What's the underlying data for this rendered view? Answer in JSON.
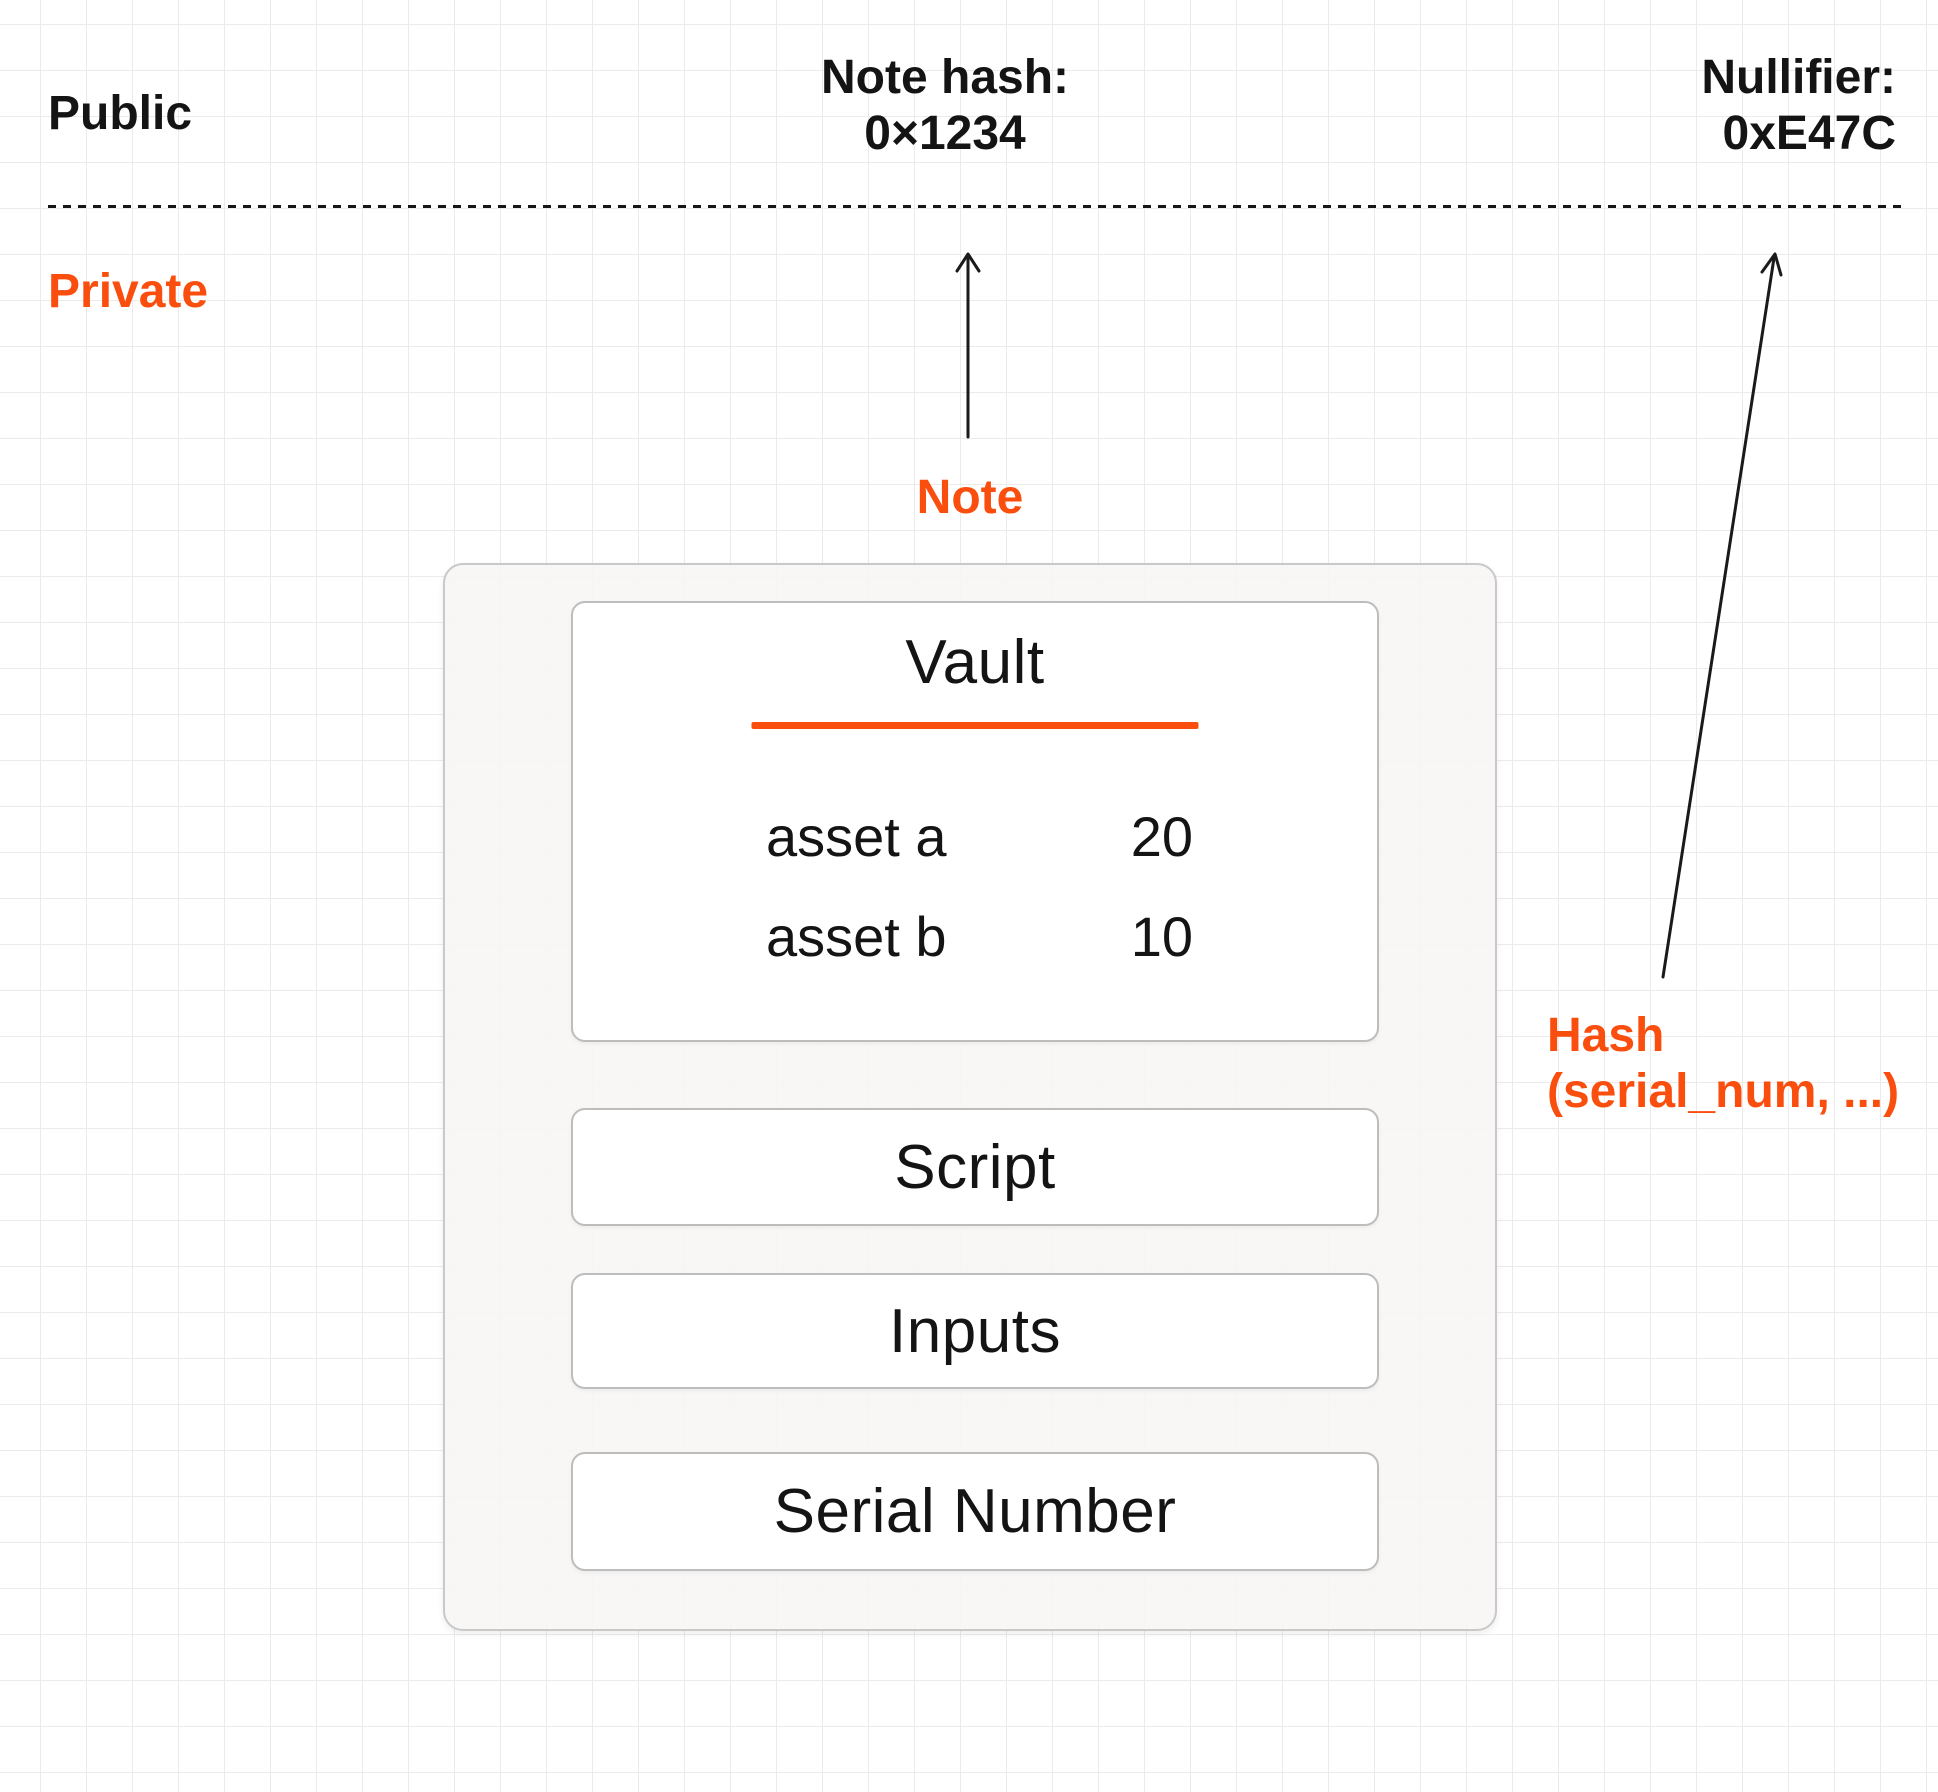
{
  "colors": {
    "accent": "#f94e0e"
  },
  "zones": {
    "public_label": "Public",
    "private_label": "Private"
  },
  "annotations": {
    "note_hash": {
      "label": "Note hash:",
      "value": "0×1234"
    },
    "nullifier": {
      "label": "Nullifier:",
      "value": "0xE47C"
    },
    "note_arrow_label": "Note",
    "hash_label_line1": "Hash",
    "hash_label_line2": "(serial_num, ...)"
  },
  "note_card": {
    "vault": {
      "title": "Vault",
      "assets": [
        {
          "name": "asset a",
          "amount": "20"
        },
        {
          "name": "asset b",
          "amount": "10"
        }
      ]
    },
    "sections": [
      {
        "label": "Script"
      },
      {
        "label": "Inputs"
      },
      {
        "label": "Serial Number"
      }
    ]
  }
}
